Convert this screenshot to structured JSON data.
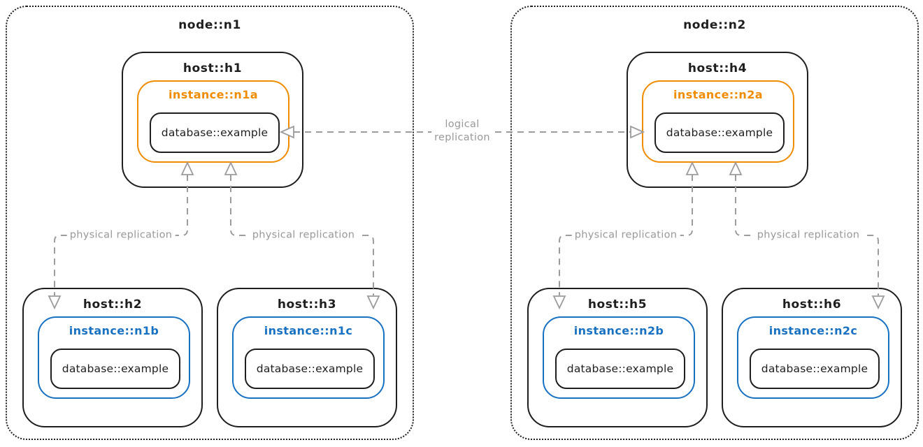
{
  "colors": {
    "ink": "#1e1e1e",
    "primary_instance_accent": "#f08c00",
    "replica_instance_accent": "#1971c2",
    "edge_gray": "#9c9c9c"
  },
  "nodes": [
    {
      "label": "node::n1",
      "hosts": [
        {
          "title": "host::h1",
          "instance": {
            "label": "instance::n1a",
            "accent": "#f08c00"
          },
          "database": {
            "label": "database::example"
          }
        },
        {
          "title": "host::h2",
          "instance": {
            "label": "instance::n1b",
            "accent": "#1971c2"
          },
          "database": {
            "label": "database::example"
          }
        },
        {
          "title": "host::h3",
          "instance": {
            "label": "instance::n1c",
            "accent": "#1971c2"
          },
          "database": {
            "label": "database::example"
          }
        }
      ]
    },
    {
      "label": "node::n2",
      "hosts": [
        {
          "title": "host::h4",
          "instance": {
            "label": "instance::n2a",
            "accent": "#f08c00"
          },
          "database": {
            "label": "database::example"
          }
        },
        {
          "title": "host::h5",
          "instance": {
            "label": "instance::n2b",
            "accent": "#1971c2"
          },
          "database": {
            "label": "database::example"
          }
        },
        {
          "title": "host::h6",
          "instance": {
            "label": "instance::n2c",
            "accent": "#1971c2"
          },
          "database": {
            "label": "database::example"
          }
        }
      ]
    }
  ],
  "edges": {
    "physical_label": "physical replication",
    "logical": {
      "line1": "logical",
      "line2": "replication"
    }
  }
}
